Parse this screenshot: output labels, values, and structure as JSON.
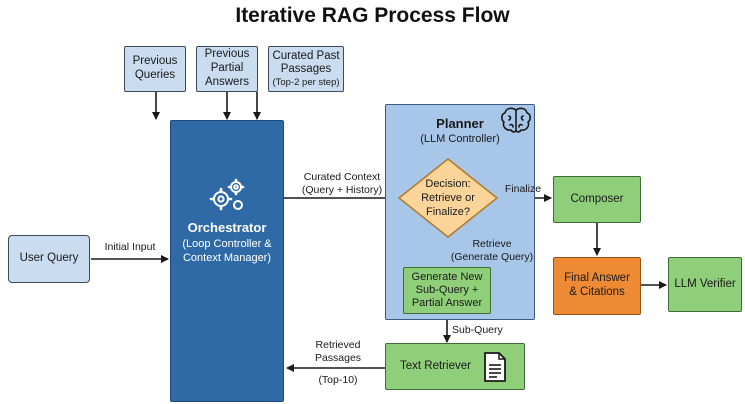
{
  "title": "Iterative RAG Process Flow",
  "inputs": {
    "previous_queries": "Previous\nQueries",
    "previous_partial_answers": "Previous\nPartial\nAnswers",
    "curated_past_passages": "Curated Past\nPassages",
    "curated_past_passages_note": "(Top-2 per step)"
  },
  "user_query": "User Query",
  "initial_input": "Initial Input",
  "orchestrator": {
    "title": "Orchestrator",
    "subtitle_line1": "(Loop Controller &",
    "subtitle_line2": "Context Manager)"
  },
  "curated_context": {
    "line1": "Curated Context",
    "line2": "(Query + History)"
  },
  "planner": {
    "title": "Planner",
    "subtitle": "(LLM Controller)"
  },
  "decision": {
    "line1": "Decision:",
    "line2": "Retrieve or",
    "line3": "Finalize?"
  },
  "finalize_label": "Finalize",
  "retrieve_label": {
    "line1": "Retrieve",
    "line2": "(Generate Query)"
  },
  "generate": {
    "line1": "Generate New",
    "line2": "Sub-Query +",
    "line3": "Partial Answer"
  },
  "sub_query_label": "Sub-Query",
  "text_retriever": "Text Retriever",
  "retrieved_passages": {
    "line1": "Retrieved",
    "line2": "Passages",
    "line3": "(Top-10)"
  },
  "composer": "Composer",
  "final_answer": {
    "line1": "Final Answer",
    "line2": "& Citations"
  },
  "llm_verifier": "LLM Verifier",
  "colors": {
    "orchestrator": "#2f6aa7",
    "planner": "#a7c6e8",
    "input_box": "#c9dcf0",
    "green_box": "#8fcf7a",
    "final_answer": "#ee8a33",
    "decision": "#fbd49a"
  },
  "icons": [
    "gears-icon",
    "brain-icon",
    "document-icon"
  ]
}
